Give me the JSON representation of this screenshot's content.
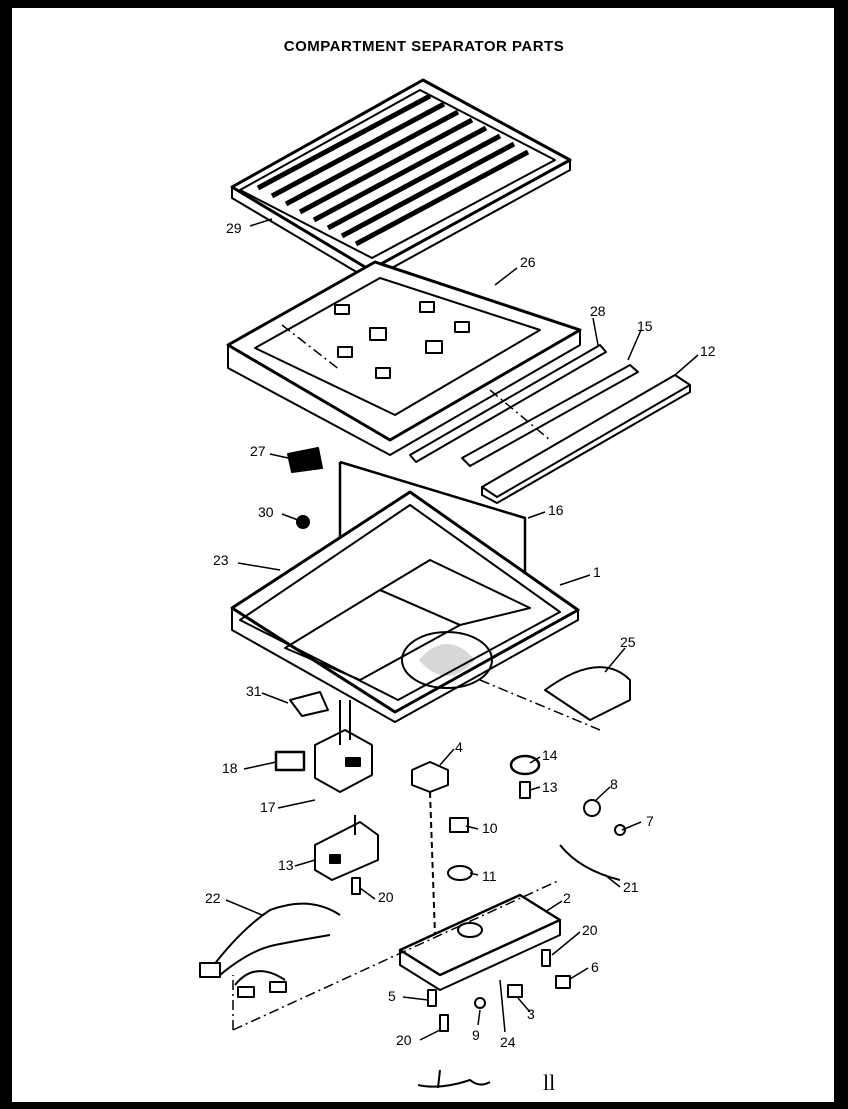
{
  "title": "COMPARTMENT SEPARATOR PARTS",
  "callouts": [
    "29",
    "26",
    "28",
    "15",
    "12",
    "27",
    "30",
    "16",
    "23",
    "1",
    "25",
    "31",
    "4",
    "14",
    "13",
    "18",
    "17",
    "8",
    "10",
    "7",
    "11",
    "13",
    "20",
    "21",
    "22",
    "2",
    "20",
    "6",
    "5",
    "3",
    "9",
    "24",
    "20"
  ],
  "footer_mark": "ll"
}
